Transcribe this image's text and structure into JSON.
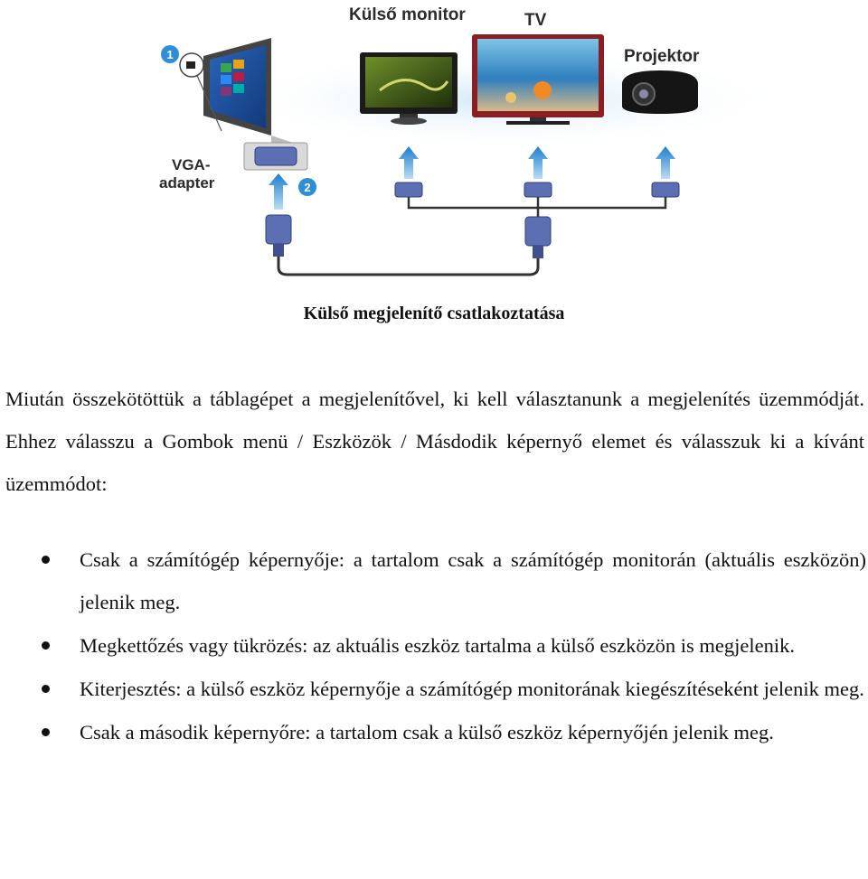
{
  "figure": {
    "labels": {
      "external_monitor": "Külső monitor",
      "tv": "TV",
      "projector": "Projektor",
      "vga_adapter_line1": "VGA-",
      "vga_adapter_line2": "adapter",
      "step1": "1",
      "step2": "2"
    },
    "colors": {
      "arrow": "#2e8fd6",
      "connector": "#5b6fb2",
      "cable": "#333333",
      "tv_frame": "#8b1e22"
    }
  },
  "caption": "Külső megjelenítő csatlakoztatása",
  "paragraph": "Miután összekötöttük a táblagépet a megjelenítővel, ki kell választanunk a megjelenítés üzemmódját. Ehhez válasszu a Gombok menü / Eszközök / Másdodik képernyő elemet és válasszuk ki a kívánt üzemmódot:",
  "modes": [
    "Csak a számítógép képernyője: a tartalom csak a számítógép monitorán (aktuális eszközön) jelenik meg.",
    "Megkettőzés vagy tükrözés: az aktuális eszköz tartalma a külső eszközön is megjelenik.",
    "Kiterjesztés: a külső eszköz képernyője a számítógép monitorának kiegészítéseként jelenik meg.",
    "Csak a második képernyőre: a tartalom csak a külső eszköz képernyőjén jelenik meg."
  ]
}
